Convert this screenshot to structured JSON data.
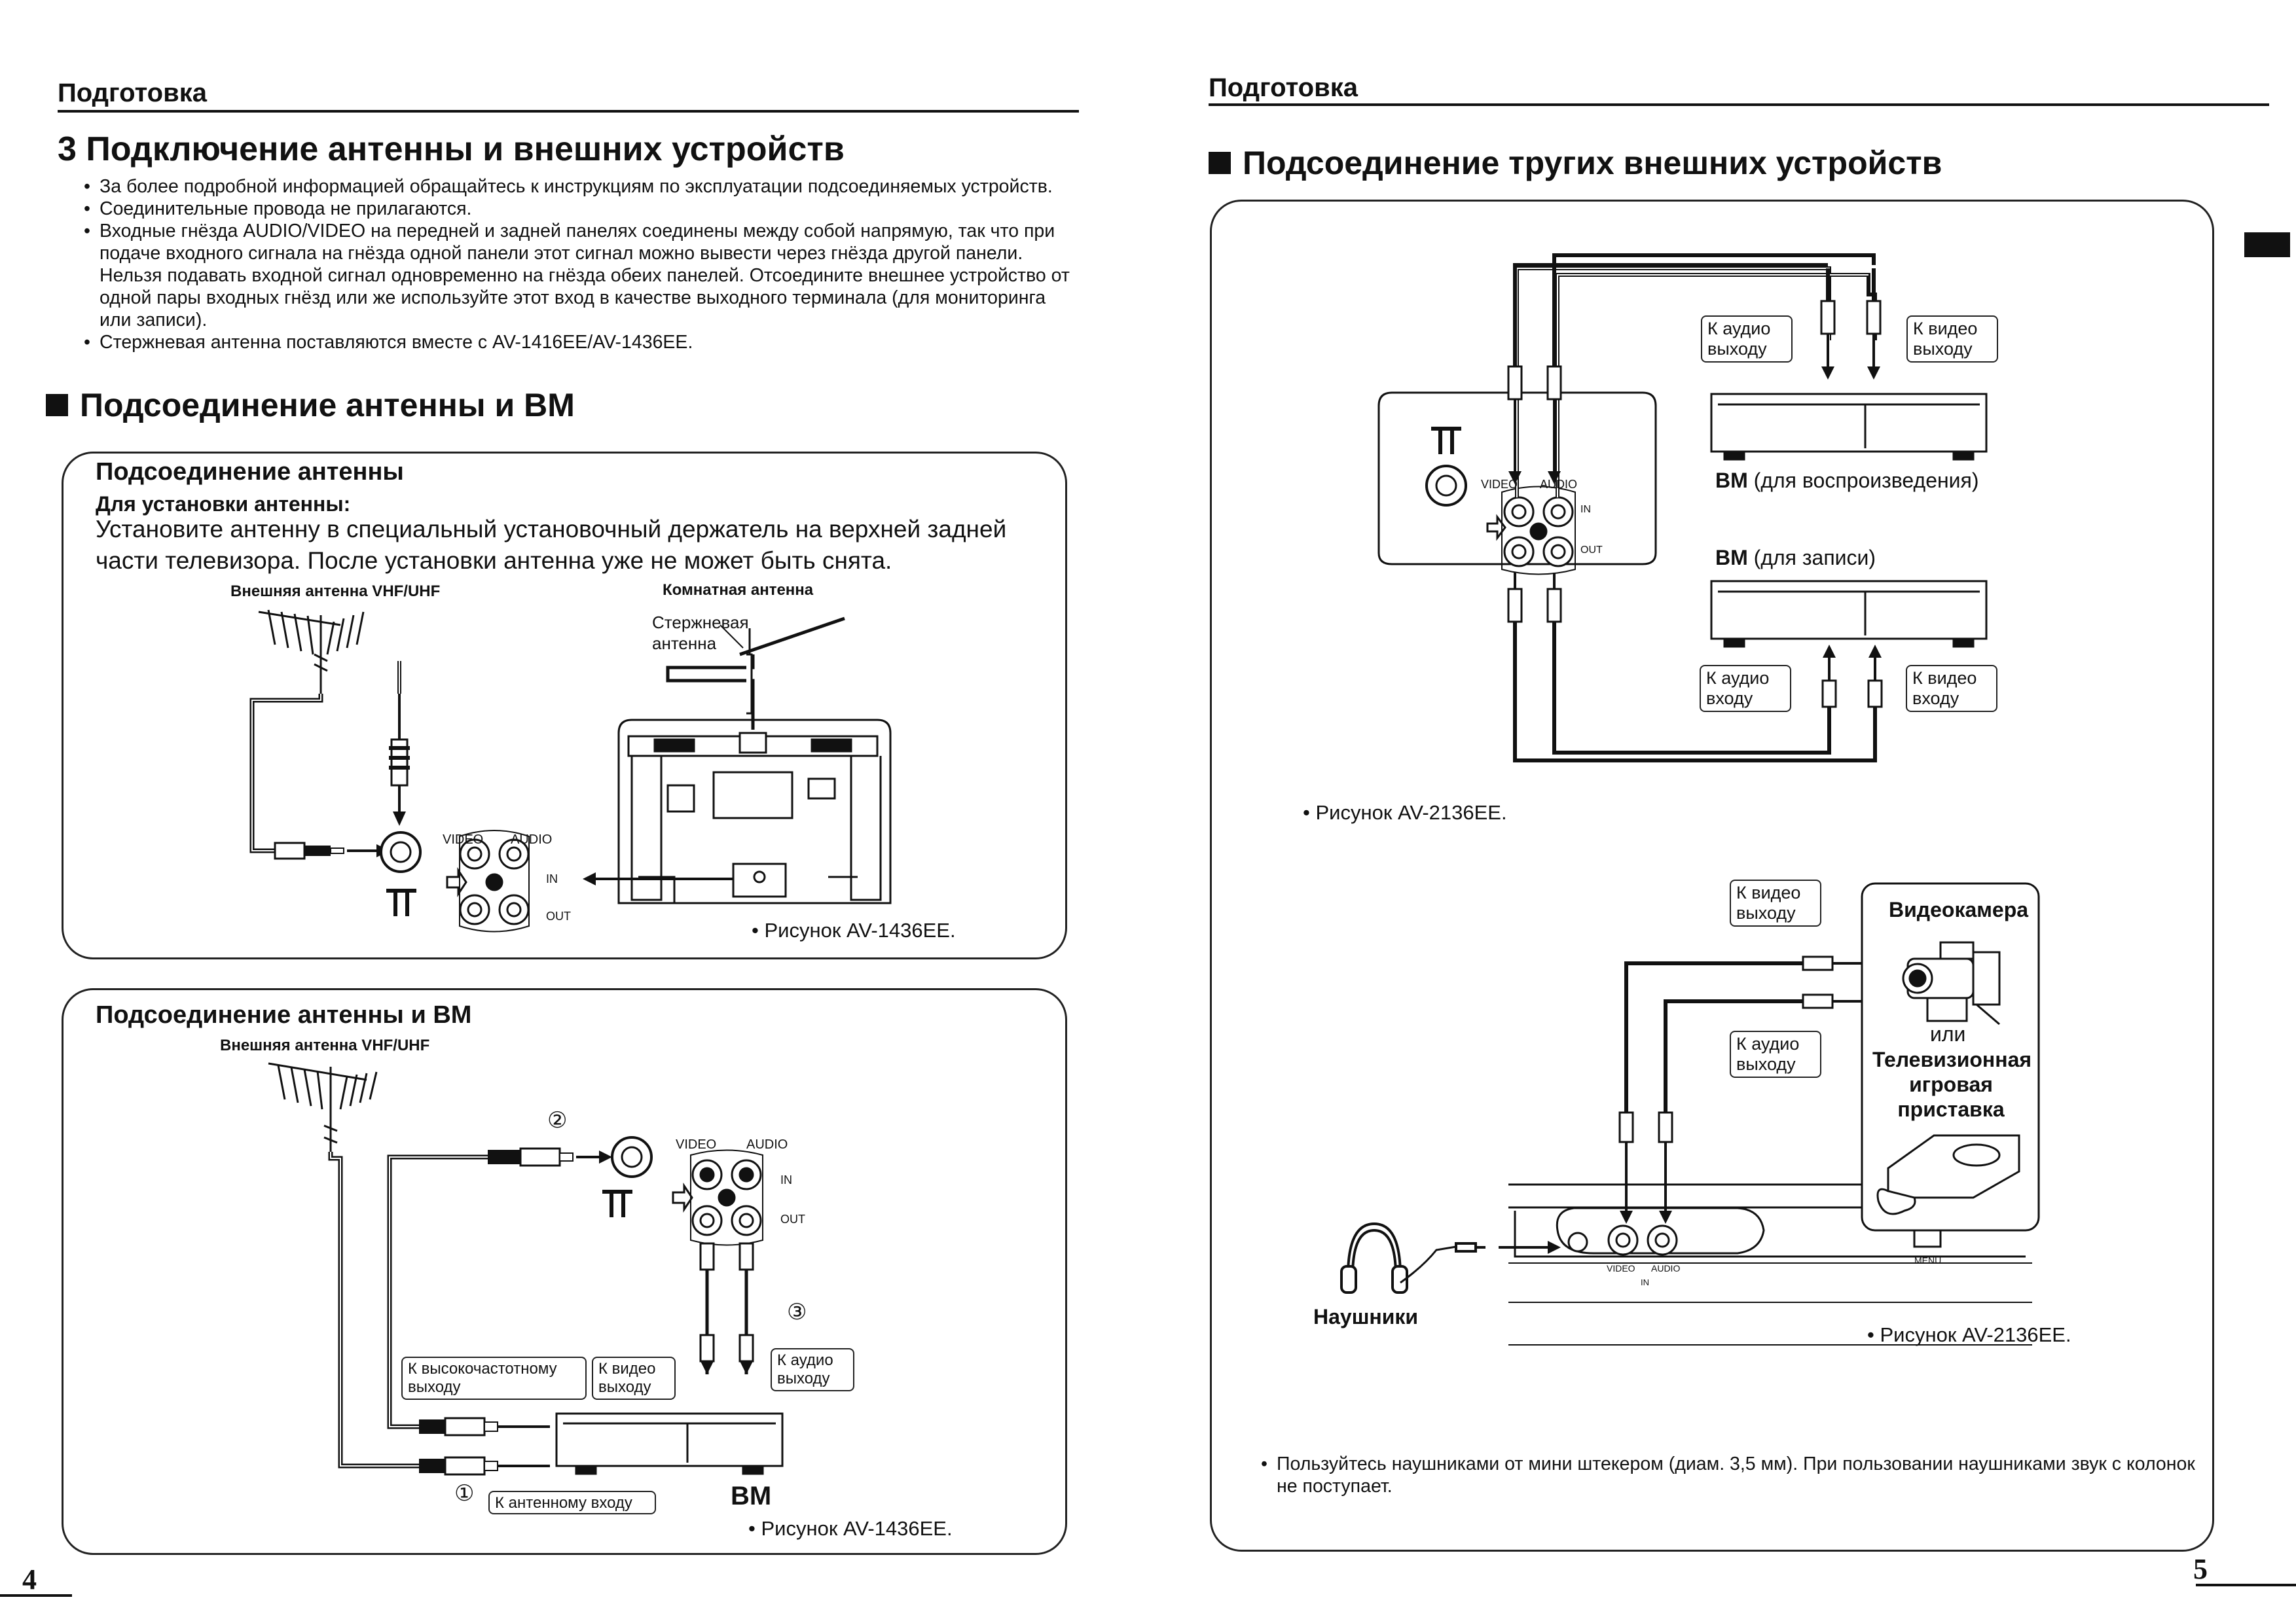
{
  "left": {
    "section_header": "Подготовка",
    "main_title": "3  Подключение антенны и внешних устройств",
    "intro_bullets": [
      "За более подробной информацией обращайтесь к инструкциям по эксплуатации подсоединяемых устройств.",
      "Соединительные провода не прилагаются.",
      "Входные гнёзда AUDIO/VIDEO на передней и задней панелях соединены между собой напрямую, так что при подаче входного сигнала на гнёзда одной панели этот сигнал можно вывести через гнёзда другой панели. Нельзя подавать входной сигнал одновременно на гнёзда обеих панелей. Отсоедините внешнее устройство от одной пары входных гнёзд или же используйте этот вход в качестве выходного терминала (для мониторинга или записи).",
      "Стержневая антенна поставляются вместе с AV-1416EE/AV-1436EE."
    ],
    "section_title": "Подсоединение антенны и ВМ",
    "panel1": {
      "title": "Подсоединение антенны",
      "subtitle": "Для установки антенны:",
      "text": "Установите антенну в специальный установочный держатель на верхней задней части телевизора. После установки антенна уже не может быть снята.",
      "ext_antenna_label": "Внешняя антенна VHF/UHF",
      "room_antenna_label": "Комнатная антенна",
      "rod_antenna_label": "Стержневая\nантенна",
      "video": "VIDEO",
      "audio": "AUDIO",
      "in": "IN",
      "out": "OUT",
      "caption": "• Рисунок AV-1436EE."
    },
    "panel2": {
      "title": "Подсоединение антенны и ВМ",
      "ext_antenna_label": "Внешняя антенна VHF/UHF",
      "video": "VIDEO",
      "audio": "AUDIO",
      "in": "IN",
      "out": "OUT",
      "num1": "①",
      "num2": "②",
      "num3": "③",
      "box_rf_out": "К высокочастотному\nвыходу",
      "box_video_out": "К видео\nвыходу",
      "box_audio_out": "К аудио\nвыходу",
      "box_ant_in": "К антенному входу",
      "vcr_label": "ВМ",
      "caption": "• Рисунок AV-1436EE."
    },
    "page_number": "4"
  },
  "right": {
    "section_header": "Подготовка",
    "section_title": "Подсоединение тругих внешних устройств",
    "diagram1": {
      "box_audio_out": "К аудио\nвыходу",
      "box_video_out": "К видео\nвыходу",
      "box_audio_in": "К аудио\nвходу",
      "box_video_in": "К видео\nвходу",
      "vcr_play_bold": "ВМ",
      "vcr_play_rest": " (для воспроизведения)",
      "vcr_rec_bold": "ВМ",
      "vcr_rec_rest": " (для записи)",
      "video": "VIDEO",
      "audio": "AUDIO",
      "in": "IN",
      "out": "OUT",
      "caption": "• Рисунок AV-2136EE."
    },
    "diagram2": {
      "box_video_out": "К видео\nвыходу",
      "box_audio_out": "К аудио\nвыходу",
      "camcorder": "Видеокамера",
      "or": "или",
      "game_console": "Телевизионная\nигровая\nприставка",
      "headphones": "Наушники",
      "video": "VIDEO",
      "audio": "AUDIO",
      "in": "IN",
      "menu": "MENU",
      "caption": "• Рисунок AV-2136EE."
    },
    "note": "Пользуйтесь наушниками от мини штекером (диам. 3,5 мм). При пользовании наушниками звук с колонок не поступает.",
    "page_number": "5"
  }
}
